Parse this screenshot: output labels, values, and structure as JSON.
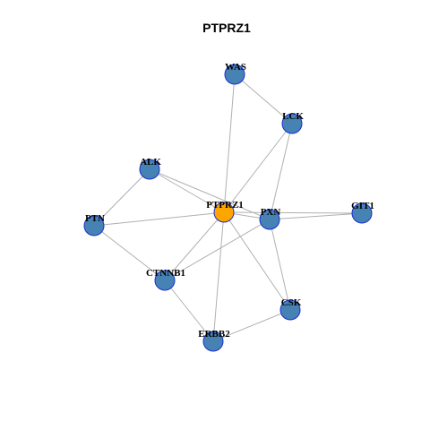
{
  "title": "PTPRZ1",
  "colors": {
    "node_fill": "#4682b4",
    "center_fill": "#ffa500",
    "node_border": "#1a2fd0",
    "edge": "#b0b0b0"
  },
  "nodes": [
    {
      "id": "WAS",
      "label": "WAS"
    },
    {
      "id": "LCK",
      "label": "LCK"
    },
    {
      "id": "ALK",
      "label": "ALK"
    },
    {
      "id": "PTPRZ1",
      "label": "PTPRZ1",
      "center": true
    },
    {
      "id": "PTN",
      "label": "PTN"
    },
    {
      "id": "PXN",
      "label": "PXN"
    },
    {
      "id": "GIT1",
      "label": "GIT1"
    },
    {
      "id": "CTNNB1",
      "label": "CTNNB1"
    },
    {
      "id": "CSK",
      "label": "CSK"
    },
    {
      "id": "ERBB2",
      "label": "ERBB2"
    }
  ],
  "edges": [
    [
      "WAS",
      "LCK"
    ],
    [
      "WAS",
      "PTPRZ1"
    ],
    [
      "LCK",
      "PTPRZ1"
    ],
    [
      "LCK",
      "PXN"
    ],
    [
      "ALK",
      "PTPRZ1"
    ],
    [
      "ALK",
      "PXN"
    ],
    [
      "ALK",
      "PTN"
    ],
    [
      "PTN",
      "PTPRZ1"
    ],
    [
      "PTN",
      "CTNNB1"
    ],
    [
      "PTPRZ1",
      "PXN"
    ],
    [
      "PTPRZ1",
      "GIT1"
    ],
    [
      "PXN",
      "GIT1"
    ],
    [
      "PTPRZ1",
      "CTNNB1"
    ],
    [
      "PXN",
      "CTNNB1"
    ],
    [
      "PTPRZ1",
      "CSK"
    ],
    [
      "PXN",
      "CSK"
    ],
    [
      "PTPRZ1",
      "ERBB2"
    ],
    [
      "CTNNB1",
      "ERBB2"
    ],
    [
      "CSK",
      "ERBB2"
    ]
  ]
}
